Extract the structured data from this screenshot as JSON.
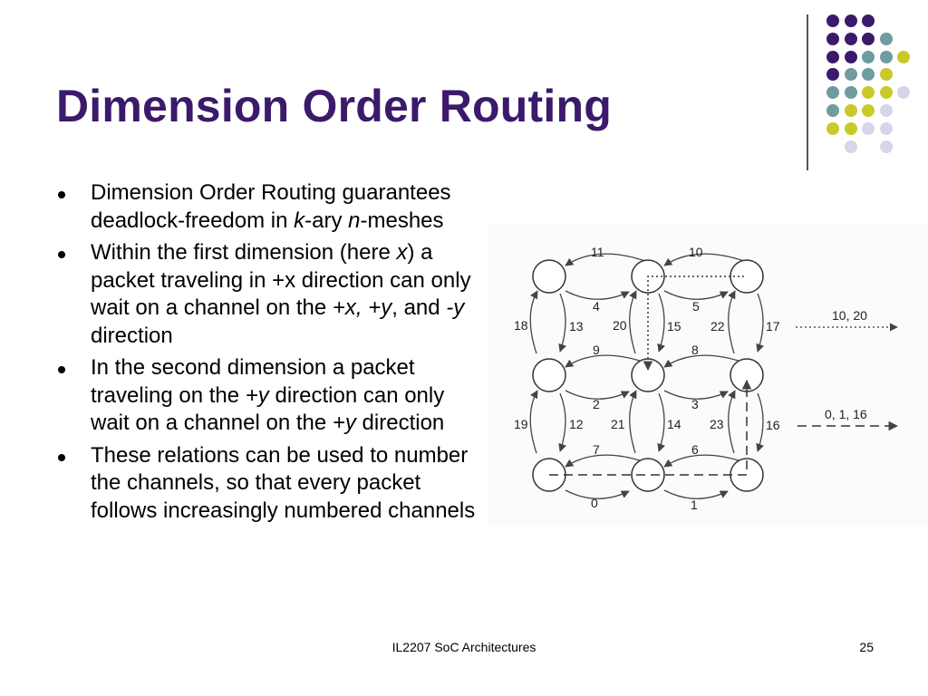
{
  "slide": {
    "title": "Dimension Order Routing",
    "footer_text": "IL2207 SoC Architectures",
    "page_number": "25"
  },
  "bullets": [
    {
      "segments": [
        {
          "text": "Dimension Order Routing guarantees deadlock-freedom in ",
          "italic": false
        },
        {
          "text": "k",
          "italic": true
        },
        {
          "text": "-ary ",
          "italic": false
        },
        {
          "text": "n",
          "italic": true
        },
        {
          "text": "-meshes",
          "italic": false
        }
      ]
    },
    {
      "segments": [
        {
          "text": "Within the first dimension (here ",
          "italic": false
        },
        {
          "text": "x",
          "italic": true
        },
        {
          "text": ") a packet traveling in +x direction can only wait on a channel on the ",
          "italic": false
        },
        {
          "text": "+x, +y",
          "italic": true
        },
        {
          "text": ", and ",
          "italic": false
        },
        {
          "text": "-y",
          "italic": true
        },
        {
          "text": " direction",
          "italic": false
        }
      ]
    },
    {
      "segments": [
        {
          "text": "In the second dimension a packet traveling on the ",
          "italic": false
        },
        {
          "text": "+y",
          "italic": true
        },
        {
          "text": " direction can only wait on a channel on the ",
          "italic": false
        },
        {
          "text": "+y",
          "italic": true
        },
        {
          "text": " direction",
          "italic": false
        }
      ]
    },
    {
      "segments": [
        {
          "text": "These relations can be used to number the channels, so that every packet follows increasingly numbered channels",
          "italic": false
        }
      ]
    }
  ],
  "diagram": {
    "channel_numbers": [
      "11",
      "10",
      "4",
      "5",
      "18",
      "13",
      "20",
      "15",
      "22",
      "17",
      "9",
      "8",
      "2",
      "3",
      "19",
      "12",
      "21",
      "14",
      "23",
      "16",
      "7",
      "6",
      "0",
      "1"
    ],
    "legend": [
      {
        "label": "10, 20",
        "style": "dotted"
      },
      {
        "label": "0, 1, 16",
        "style": "dashed"
      }
    ]
  },
  "decor_dots": {
    "colors": {
      "purple": "#3b1a6b",
      "teal": "#6f9c9e",
      "yellow": "#c9c92a",
      "lavender": "#d6d6ea"
    },
    "grid": [
      [
        "purple",
        "purple",
        "purple",
        null,
        null
      ],
      [
        "purple",
        "purple",
        "purple",
        "teal",
        null
      ],
      [
        "purple",
        "purple",
        "teal",
        "teal",
        "yellow"
      ],
      [
        "purple",
        "teal",
        "teal",
        "yellow",
        null
      ],
      [
        "teal",
        "teal",
        "yellow",
        "yellow",
        "lavender"
      ],
      [
        "teal",
        "yellow",
        "yellow",
        "lavender",
        null
      ],
      [
        "yellow",
        "yellow",
        "lavender",
        "lavender",
        null
      ],
      [
        null,
        "lavender",
        null,
        "lavender",
        null
      ]
    ]
  }
}
